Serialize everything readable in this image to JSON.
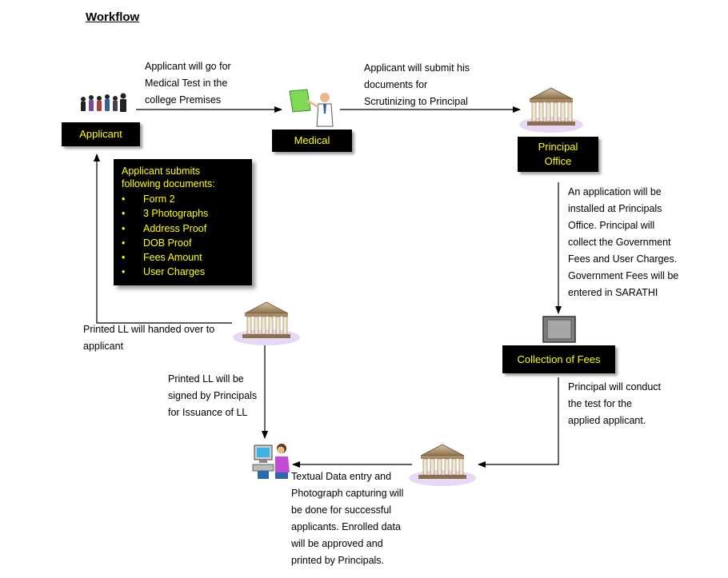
{
  "title": "Workflow",
  "nodes": {
    "applicant": "Applicant",
    "medical": "Medical",
    "principal_office_line1": "Principal",
    "principal_office_line2": "Office",
    "collection_of_fees": "Collection of Fees"
  },
  "documents_box": {
    "heading_line1": "Applicant submits",
    "heading_line2": "following documents:",
    "items": [
      "Form 2",
      "3 Photographs",
      "Address Proof",
      "DOB Proof",
      "Fees Amount",
      "User Charges"
    ]
  },
  "annotations": {
    "medical_test": [
      "Applicant will go for",
      "Medical Test in the",
      "college Premises"
    ],
    "submit_documents": [
      "Applicant will submit his",
      "documents for",
      "Scrutinizing to Principal"
    ],
    "application_installed": [
      "An application  will be",
      "installed at Principals",
      "Office. Principal will",
      "collect the Government",
      "Fees and User Charges.",
      "Government Fees will be",
      "entered in SARATHI"
    ],
    "conduct_test": [
      "Principal will conduct",
      "the test for the",
      "applied applicant."
    ],
    "data_entry": [
      "Textual Data entry and",
      "Photograph capturing will",
      "be done for successful",
      "applicants. Enrolled data",
      "will be approved and",
      "printed by Principals."
    ],
    "signed_ll": [
      "Printed LL will be",
      "signed by Principals",
      "for Issuance of LL"
    ],
    "handed_over": [
      "Printed LL will handed over to",
      "applicant"
    ]
  },
  "icons": {
    "applicant": "people-group-icon",
    "medical": "presenter-icon",
    "principal_office": "building-icon",
    "collection": "gray-square-icon",
    "data_entry": "computer-operator-icon"
  },
  "colors": {
    "node_bg": "#000000",
    "node_text": "#ffff00",
    "arrow": "#000000"
  }
}
